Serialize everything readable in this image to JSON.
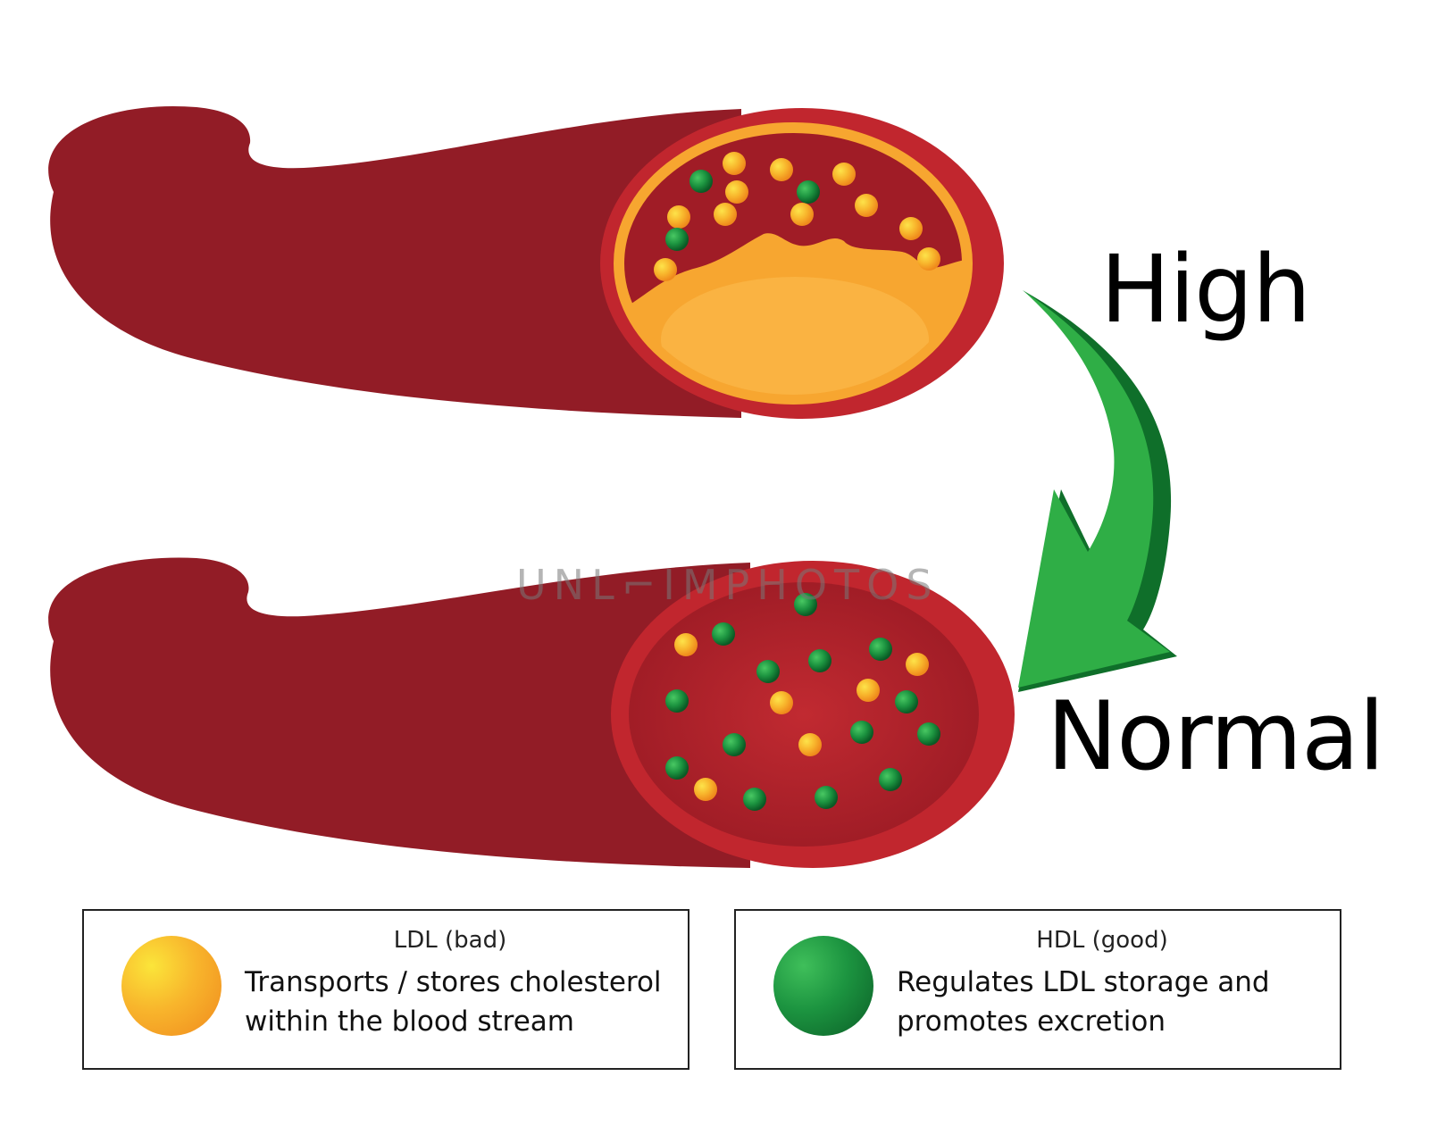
{
  "labels": {
    "high": "High",
    "normal": "Normal"
  },
  "watermark": "UNL⌐IMPHOTOS",
  "legend": {
    "ldl": {
      "title": "LDL (bad)",
      "description_line1": "Transports / stores cholesterol",
      "description_line2": "within the blood stream",
      "color": "#f7a21f"
    },
    "hdl": {
      "title": "HDL (good)",
      "description_line1": "Regulates LDL storage and",
      "description_line2": "promotes excretion",
      "color": "#1c8a3a"
    }
  },
  "colors": {
    "vessel_body": "#921c26",
    "vessel_rim": "#c1262e",
    "lumen": "#a51d27",
    "plaque": "#f7a630",
    "arrow": "#2fae46"
  }
}
